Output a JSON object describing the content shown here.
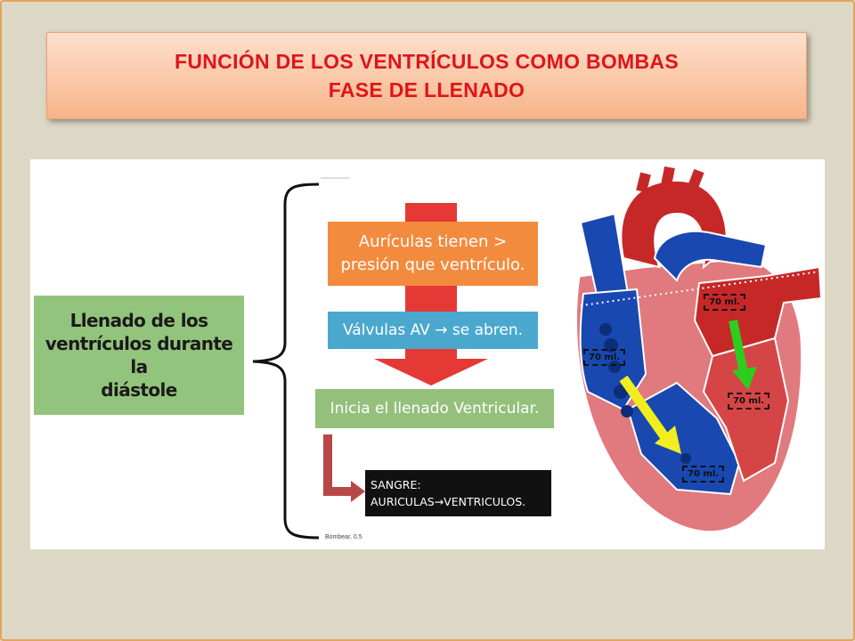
{
  "title": {
    "line1": "FUNCIÓN DE LOS VENTRÍCULOS COMO BOMBAS",
    "line2": "FASE DE LLENADO"
  },
  "diagram": {
    "main_label": [
      "Llenado de los",
      "ventrículos durante la",
      "diástole"
    ],
    "steps": {
      "step1": [
        "Aurículas tienen  >",
        "presión que ventrículo."
      ],
      "step2": "Válvulas AV → se abren.",
      "step3": "Inicia el llenado Ventricular.",
      "step4": [
        "SANGRE:",
        "AURICULAS→VENTRICULOS."
      ]
    },
    "credit": "Bombear, 0.5",
    "volume_labels": [
      "70 ml.",
      "70 ml.",
      "70 ml.",
      "70 ml."
    ],
    "colors": {
      "title_red": "#e0141a",
      "green_box": "#93c47d",
      "orange_step": "#f38b3f",
      "blue_step": "#4aa8cf",
      "green_step": "#94c07c",
      "arrow_red": "#e53935",
      "heart_red": "#d32f2f",
      "heart_blue": "#1848b0",
      "arrow_yellow": "#f2ee1d",
      "arrow_green": "#2ecc1f"
    }
  }
}
